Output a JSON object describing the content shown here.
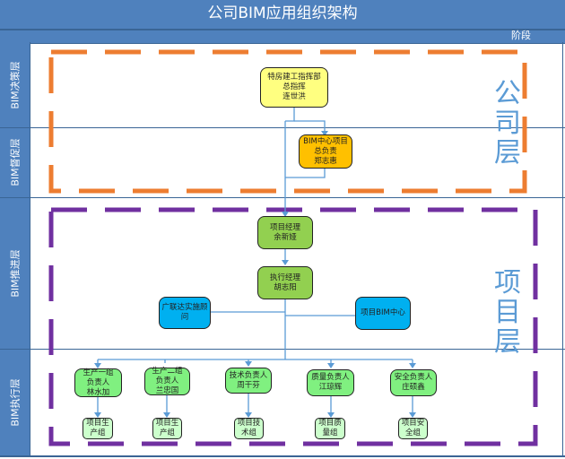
{
  "header": {
    "title": "公司BIM应用组织架构",
    "phase_label": "阶段"
  },
  "lanes": [
    {
      "label": "BIM决策层"
    },
    {
      "label": "BIM督促层"
    },
    {
      "label": "BIM推进层"
    },
    {
      "label": "BIM执行层"
    }
  ],
  "groups": {
    "company": {
      "label": "公\n司\n层",
      "border_color": "#ED7D31"
    },
    "project": {
      "label": "项\n目\n层",
      "border_color": "#7030A0"
    }
  },
  "nodes": {
    "commander": {
      "text": "特房建工指挥部\n总指挥\n连世洪",
      "fill": "#FFFF80"
    },
    "bim_center_head": {
      "text": "BIM中心项目\n总负责\n郑志惠",
      "fill": "#FFC000"
    },
    "project_manager": {
      "text": "项目经理\n余新娅",
      "fill": "#92D050"
    },
    "executive_manager": {
      "text": "执行经理\n胡志阳",
      "fill": "#92D050"
    },
    "consultant": {
      "text": "广联达实施顾\n问",
      "fill": "#00B0F0"
    },
    "project_bim_center": {
      "text": "项目BIM中心",
      "fill": "#00B0F0"
    },
    "leads": [
      {
        "text": "生产一组\n负责人\n林水加",
        "fill": "#80F080"
      },
      {
        "text": "生产二组\n负责人\n兰忠国",
        "fill": "#80F080"
      },
      {
        "text": "技术负责人\n周干芬",
        "fill": "#80F080"
      },
      {
        "text": "质量负责人\n江琼辉",
        "fill": "#80F080"
      },
      {
        "text": "安全负责人\n庄硕鑫",
        "fill": "#80F080"
      }
    ],
    "teams": [
      {
        "text": "项目生\n产组",
        "fill": "#CCFFCC"
      },
      {
        "text": "项目生\n产组",
        "fill": "#CCFFCC"
      },
      {
        "text": "项目技\n术组",
        "fill": "#CCFFCC"
      },
      {
        "text": "项目质\n量组",
        "fill": "#CCFFCC"
      },
      {
        "text": "项目安\n全组",
        "fill": "#CCFFCC"
      }
    ]
  },
  "colors": {
    "header_bg": "#4F81BD",
    "connector": "#5B9BD5",
    "big_label": "#5B9BD5"
  }
}
